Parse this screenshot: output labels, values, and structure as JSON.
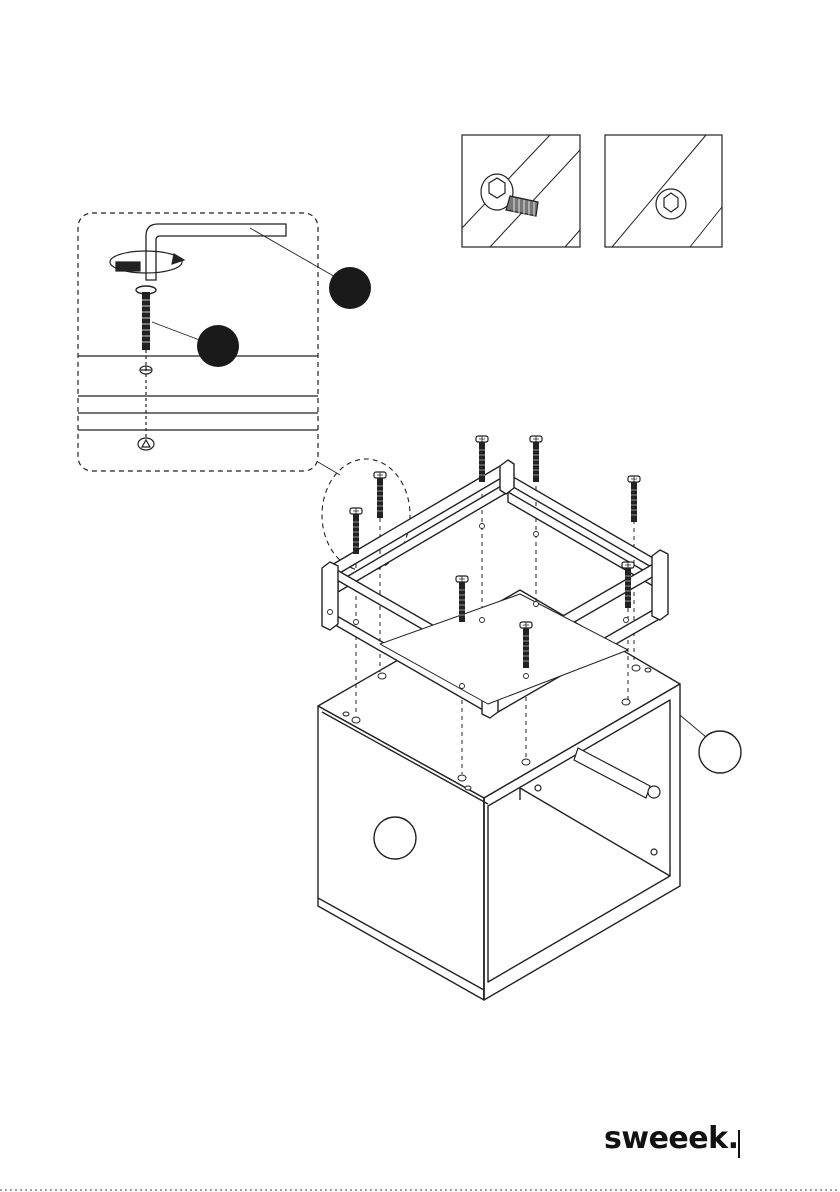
{
  "brand": {
    "logo_text": "sweeek."
  },
  "callouts": [
    {
      "id": "hex-key",
      "fill": "#1a1a1a"
    },
    {
      "id": "bolt",
      "fill": "#1a1a1a"
    },
    {
      "id": "panel-top",
      "fill": "#ffffff"
    },
    {
      "id": "panel-front",
      "fill": "#ffffff"
    }
  ],
  "icons": [
    "hex-key-icon",
    "rotation-arrow-icon",
    "bolt-icon",
    "insert-nut-icon"
  ],
  "colors": {
    "line": "#222222",
    "background": "#ffffff"
  }
}
